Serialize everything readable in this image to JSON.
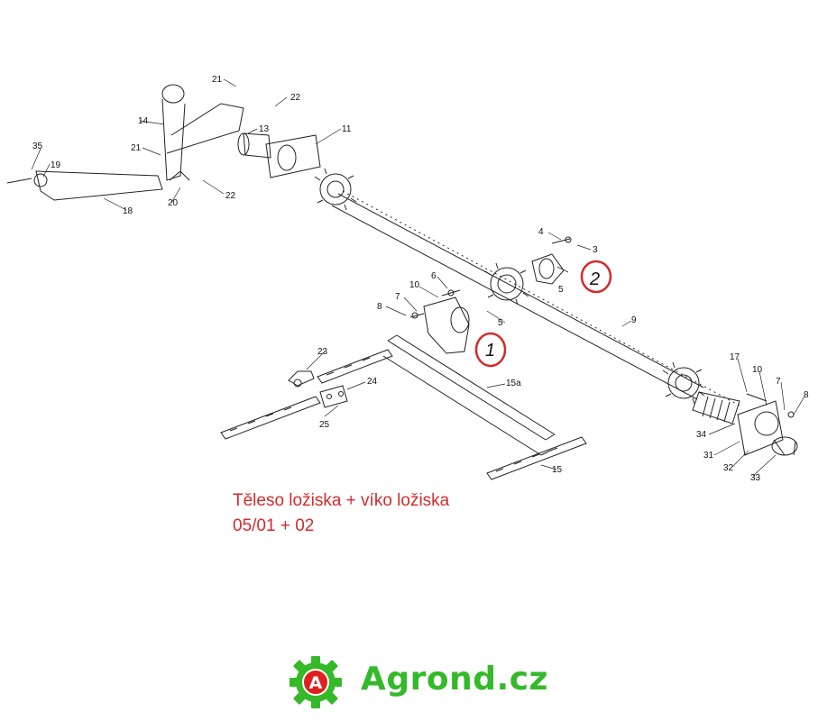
{
  "diagram": {
    "part_labels": [
      "21",
      "22",
      "14",
      "13",
      "11",
      "21",
      "35",
      "19",
      "22",
      "20",
      "18",
      "4",
      "3",
      "6",
      "10",
      "2",
      "5",
      "5",
      "8",
      "7",
      "9",
      "1",
      "23",
      "15a",
      "24",
      "25",
      "17",
      "10",
      "7",
      "8",
      "34",
      "31",
      "32",
      "33",
      "15"
    ],
    "callouts": [
      "1",
      "2"
    ]
  },
  "caption": {
    "line1": "Těleso ložiska + víko ložiska",
    "line2": "05/01 + 02"
  },
  "brand": {
    "logo_letter": "A",
    "name": "Agrond.cz"
  },
  "colors": {
    "callout_ring": "#d42a2a",
    "caption_text": "#d42a2a",
    "brand_green": "#35b92a",
    "logo_red": "#e02020",
    "line_art": "#222222"
  }
}
